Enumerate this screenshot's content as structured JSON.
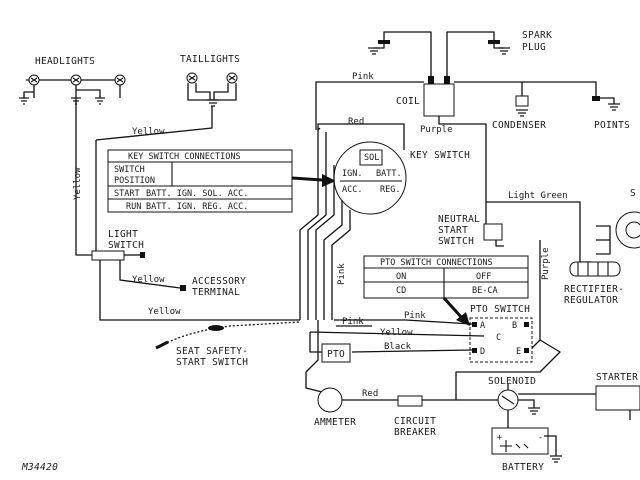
{
  "components": {
    "headlights": "HEADLIGHTS",
    "taillights": "TAILLIGHTS",
    "spark_plug": [
      "SPARK",
      "PLUG"
    ],
    "coil": "COIL",
    "condenser": "CONDENSER",
    "points": "POINTS",
    "key_switch": "KEY SWITCH",
    "light_switch": [
      "LIGHT",
      "SWITCH"
    ],
    "accessory_terminal": [
      "ACCESSORY",
      "TERMINAL"
    ],
    "neutral_start_switch": [
      "NEUTRAL",
      "START",
      "SWITCH"
    ],
    "rectifier_regulator": [
      "RECTIFIER-",
      "REGULATOR"
    ],
    "pto_switch": "PTO SWITCH",
    "seat_safety_switch": [
      "SEAT SAFETY-",
      "START SWITCH"
    ],
    "pto": "PTO",
    "ammeter": "AMMETER",
    "circuit_breaker": [
      "CIRCUIT",
      "BREAKER"
    ],
    "solenoid": "SOLENOID",
    "starter": "STARTER",
    "battery": "BATTERY",
    "figure_id": "M34420"
  },
  "key_switch_terminals": {
    "sol": "SOL",
    "ign": "IGN.",
    "batt": "BATT.",
    "acc": "ACC.",
    "reg": "REG."
  },
  "key_switch_table": {
    "title": "KEY SWITCH CONNECTIONS",
    "position_header": [
      "SWITCH",
      "POSITION"
    ],
    "rows": [
      {
        "position": "START",
        "connections": "BATT. IGN.  SOL.  ACC."
      },
      {
        "position": "RUN",
        "connections": "BATT. IGN.  REG.  ACC."
      }
    ]
  },
  "pto_table": {
    "title": "PTO SWITCH CONNECTIONS",
    "headers": [
      "ON",
      "OFF"
    ],
    "values": [
      "CD",
      "BE-CA"
    ]
  },
  "pto_terminals": {
    "a": "A",
    "b": "B",
    "c": "C",
    "d": "D",
    "e": "E"
  },
  "wire_colors": {
    "pink": "Pink",
    "purple": "Purple",
    "red": "Red",
    "yellow": "Yellow",
    "light_green": "Light Green",
    "black": "Black"
  }
}
